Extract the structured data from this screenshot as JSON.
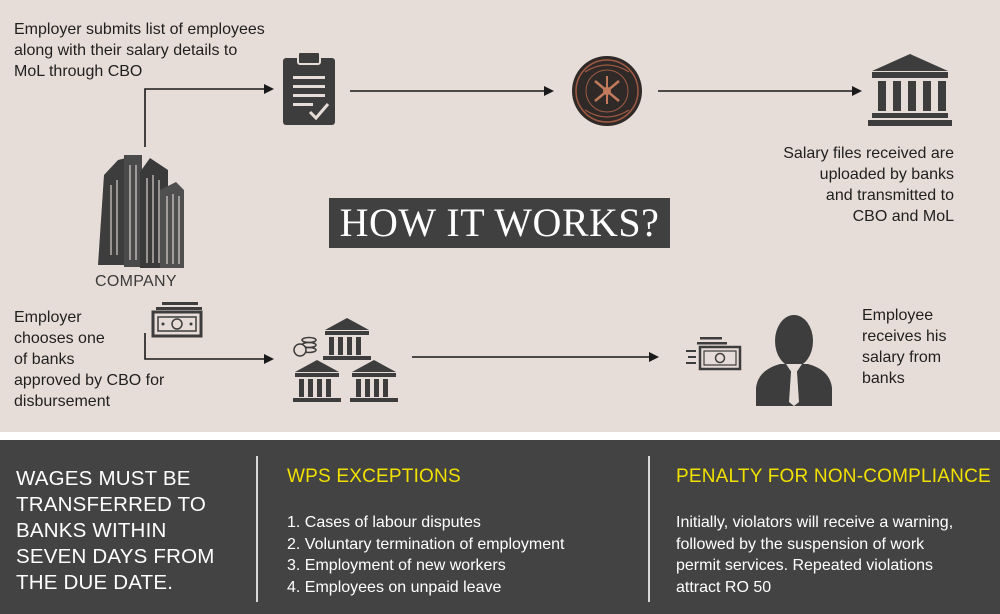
{
  "steps": {
    "submit": {
      "lines": [
        "Employer submits list of employees",
        "along with their salary details to",
        "MoL through CBO"
      ]
    },
    "upload": {
      "lines": [
        "Salary files received are",
        "uploaded by banks",
        "and transmitted to",
        "CBO and MoL"
      ]
    },
    "choose": {
      "lines": [
        "Employer",
        "chooses one",
        "of banks",
        "approved by CBO for",
        "disbursement"
      ]
    },
    "receive": {
      "lines": [
        "Employee",
        "receives his",
        "salary from",
        "banks"
      ]
    }
  },
  "title": "HOW IT WORKS?",
  "company_label": "COMPANY",
  "footer": {
    "wages_lines": [
      "WAGES MUST BE",
      "TRANSFERRED TO",
      "BANKS WITHIN",
      "SEVEN DAYS FROM",
      "THE DUE DATE."
    ],
    "exceptions": {
      "heading": "WPS EXCEPTIONS",
      "items": [
        "1. Cases of labour disputes",
        "2. Voluntary termination of employment",
        "3. Employment of new workers",
        "4. Employees on unpaid leave"
      ]
    },
    "penalty": {
      "heading": "PENALTY FOR NON-COMPLIANCE",
      "lines": [
        "Initially, violators will receive a warning,",
        "followed by the suspension of work",
        "permit services. Repeated violations",
        "attract RO 50"
      ]
    }
  },
  "icons": {
    "document": "clipboard-check-icon",
    "cbo_seal": "central-bank-seal-icon",
    "bank": "bank-building-icon",
    "company": "office-buildings-icon",
    "cash": "banknote-icon",
    "banks_group": "multiple-banks-icon",
    "cash_moving": "moving-banknote-icon",
    "employee": "businessman-icon"
  },
  "colors": {
    "background_top": "#e7ddd8",
    "background_bottom": "#434343",
    "heading_accent": "#f1e000",
    "icon_dark": "#3d3d3d",
    "seal_red": "#7a2a20"
  }
}
